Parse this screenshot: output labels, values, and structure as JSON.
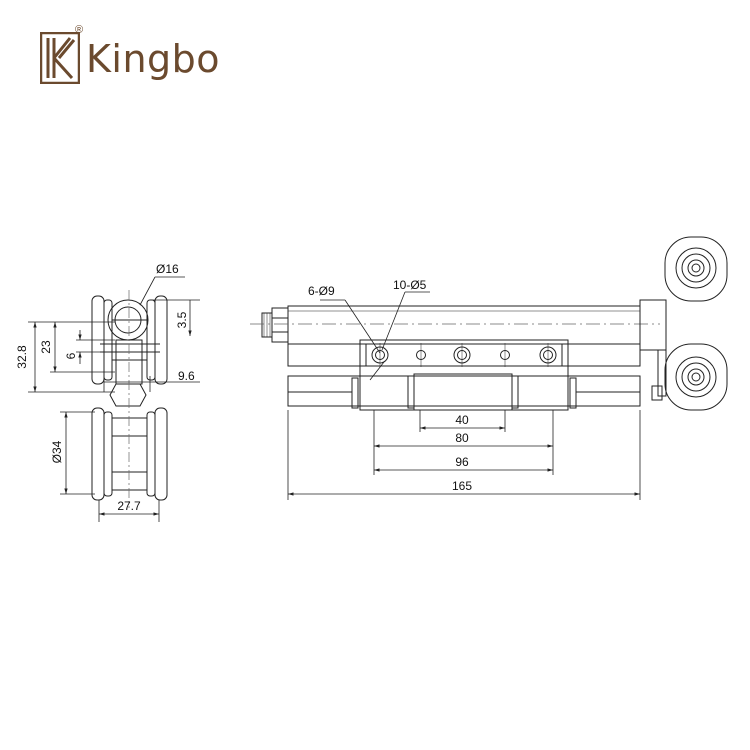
{
  "brand": {
    "name": "Kingbo",
    "registered_mark": "®",
    "color": "#6b4a2e"
  },
  "colors": {
    "line": "#222222",
    "thin": "#444444",
    "dash": "#666666"
  },
  "side_view": {
    "dim_diameter_pin": "Ø16",
    "dim_3_5": "3.5",
    "dim_32_8": "32.8",
    "dim_23": "23",
    "dim_6": "6",
    "dim_9_6": "9.6",
    "dim_diameter_wheel": "Ø34",
    "dim_width": "27.7"
  },
  "front_view": {
    "label_holes_large": "6-Ø9",
    "label_holes_small": "10-Ø5",
    "dim_40": "40",
    "dim_80": "80",
    "dim_96": "96",
    "dim_165": "165"
  }
}
